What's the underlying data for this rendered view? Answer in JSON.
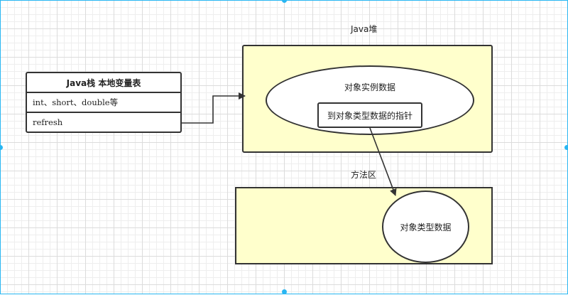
{
  "stack_table": {
    "header": "Java栈 本地变量表",
    "rows": [
      "int、short、double等",
      "refresh"
    ]
  },
  "heap": {
    "label": "Java堆",
    "object_instance_data": "对象实例数据",
    "type_pointer": "到对象类型数据的指针"
  },
  "method_area": {
    "label": "方法区",
    "object_type_data": "对象类型数据"
  },
  "colors": {
    "canvas_border": "#29b6f2",
    "container_fill": "#ffffcc",
    "stroke": "#333333"
  }
}
